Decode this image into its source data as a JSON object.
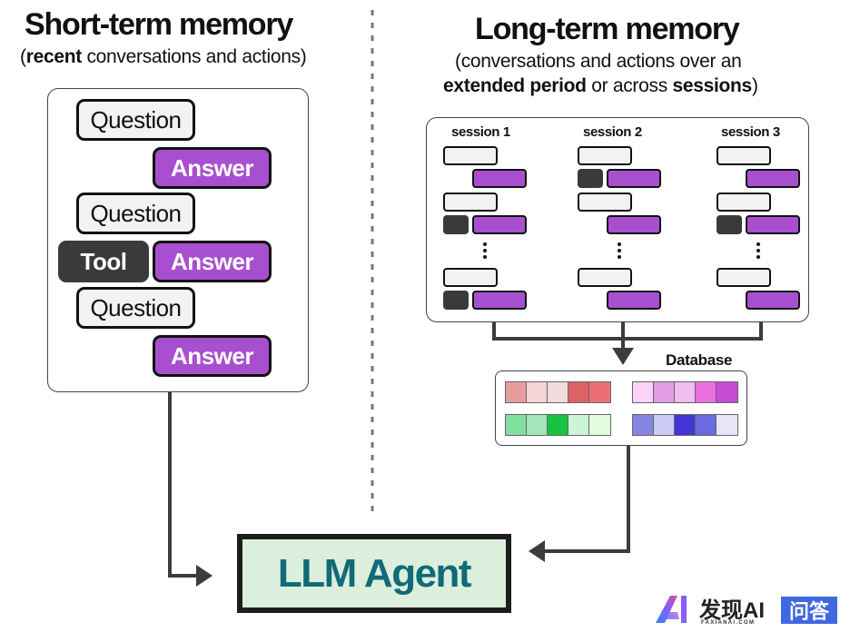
{
  "short_term": {
    "title": "Short-term memory",
    "subtitle_bold": "recent",
    "subtitle_open": "(",
    "subtitle_rest": " conversations and actions)",
    "items": [
      {
        "type": "question",
        "label": "Question"
      },
      {
        "type": "answer",
        "label": "Answer"
      },
      {
        "type": "question",
        "label": "Question"
      },
      {
        "type": "tool",
        "label": "Tool"
      },
      {
        "type": "answer",
        "label": "Answer"
      },
      {
        "type": "question",
        "label": "Question"
      },
      {
        "type": "answer",
        "label": "Answer"
      }
    ]
  },
  "long_term": {
    "title": "Long-term memory",
    "subtitle_line1": "(conversations and actions over an",
    "subtitle_line2_bold1": "extended period",
    "subtitle_line2_mid": " or across ",
    "subtitle_line2_bold2": "sessions",
    "subtitle_line2_close": ")",
    "sessions": [
      {
        "label": "session 1",
        "rows": [
          [
            "q"
          ],
          [
            "a"
          ],
          [
            "q"
          ],
          [
            "t",
            "a"
          ],
          [
            "dots"
          ],
          [
            "q"
          ],
          [
            "t",
            "a"
          ]
        ]
      },
      {
        "label": "session 2",
        "rows": [
          [
            "q"
          ],
          [
            "t",
            "a"
          ],
          [
            "q"
          ],
          [
            "a"
          ],
          [
            "dots"
          ],
          [
            "q"
          ],
          [
            "a"
          ]
        ]
      },
      {
        "label": "session 3",
        "rows": [
          [
            "q"
          ],
          [
            "a"
          ],
          [
            "q"
          ],
          [
            "t",
            "a"
          ],
          [
            "dots"
          ],
          [
            "q"
          ],
          [
            "a"
          ]
        ]
      }
    ]
  },
  "database": {
    "label": "Database",
    "groups": [
      {
        "name": "red",
        "colors": [
          "#e89c9e",
          "#f6d3d4",
          "#f0dcdc",
          "#dd6266",
          "#ec7073"
        ]
      },
      {
        "name": "pink",
        "colors": [
          "#fbd3f7",
          "#e29de2",
          "#f1bdf0",
          "#ea6fdf",
          "#c54ad4"
        ]
      },
      {
        "name": "green",
        "colors": [
          "#7fdf9f",
          "#a3e6bb",
          "#16c442",
          "#ccf4d6",
          "#e3fbdf"
        ]
      },
      {
        "name": "blue",
        "colors": [
          "#8585e3",
          "#cacaf3",
          "#4235d6",
          "#6b6ae0",
          "#e6e6f8"
        ]
      }
    ]
  },
  "agent": {
    "label": "LLM Agent"
  },
  "colors": {
    "answer": "#a74fce",
    "question": "#f2f2f2",
    "tool": "#3a3a3a",
    "agent_bg": "#dcefdc",
    "agent_text": "#0f6b78"
  },
  "watermark": {
    "brand": "发现AI",
    "domain": "FAXIANAI.COM",
    "badge": "问答"
  }
}
